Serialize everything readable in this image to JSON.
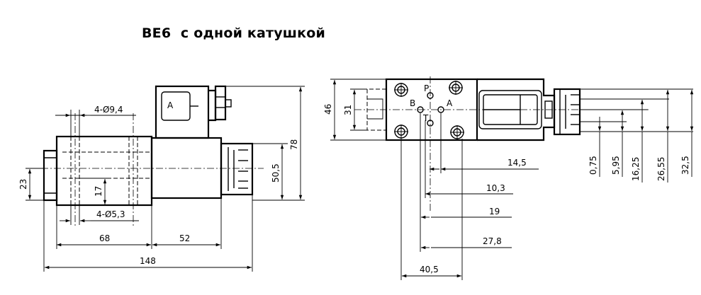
{
  "title": "BE6  с одной катушкой",
  "left_view": {
    "holes_top": "4-Ø9,4",
    "holes_bottom": "4-Ø5,3",
    "dim_68": "68",
    "dim_52": "52",
    "dim_148": "148",
    "dim_23": "23",
    "dim_17": "17",
    "dim_50_5": "50,5",
    "dim_78": "78",
    "connector_label": "A"
  },
  "right_view": {
    "dim_46": "46",
    "dim_31": "31",
    "port_p": "P",
    "port_a": "A",
    "port_b": "B",
    "port_t": "T",
    "dim_14_5": "14,5",
    "dim_10_3": "10,3",
    "dim_19": "19",
    "dim_27_8": "27,8",
    "dim_40_5": "40,5",
    "dim_0_75": "0,75",
    "dim_5_95": "5,95",
    "dim_16_25": "16,25",
    "dim_26_55": "26,55",
    "dim_32_5": "32,5"
  }
}
